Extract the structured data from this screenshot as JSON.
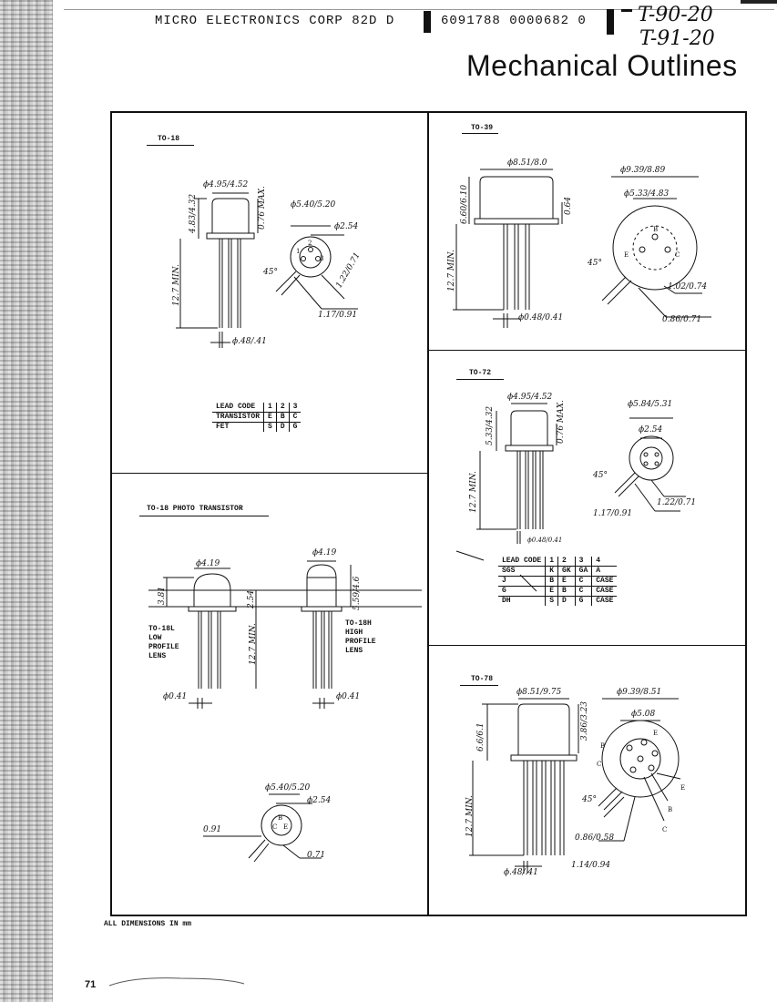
{
  "header": {
    "company_code": "MICRO ELECTRONICS CORP 82D D",
    "catalog_numbers": "6091788 0000682 0",
    "handwritten_1": "T-90-20",
    "handwritten_2": "T-91-20",
    "page_title": "Mechanical Outlines"
  },
  "panels": {
    "to18": {
      "label": "TO-18",
      "dims": {
        "cap_dia": "ϕ4.95/4.52",
        "cap_height": "0.76 MAX.",
        "body_height": "4.83/4.32",
        "lead_length": "12.7 MIN.",
        "flange_dia": "ϕ5.40/5.20",
        "pin_circle": "ϕ2.54",
        "tab": "1.22/0.71",
        "tab_width": "1.17/0.91",
        "angle": "45°",
        "lead_dia": "ϕ.48/.41"
      },
      "pins": [
        "1",
        "2",
        "3"
      ],
      "lead_table": {
        "headers": [
          "LEAD CODE",
          "1",
          "2",
          "3"
        ],
        "rows": [
          [
            "TRANSISTOR",
            "E",
            "B",
            "C"
          ],
          [
            "FET",
            "S",
            "D",
            "G"
          ]
        ]
      }
    },
    "to39": {
      "label": "TO-39",
      "dims": {
        "cap_dia": "ϕ8.51/8.0",
        "flange_dia": "ϕ9.39/8.89",
        "pin_circle": "ϕ5.33/4.83",
        "body_height": "6.60/6.10",
        "flange_thk": "0.64",
        "lead_length": "12.7 MIN.",
        "lead_dia": "ϕ0.48/0.41",
        "tab": "1.02/0.74",
        "tab_width": "0.86/0.71",
        "angle": "45°"
      },
      "pins": [
        "E",
        "B",
        "C"
      ]
    },
    "to72": {
      "label": "TO-72",
      "dims": {
        "cap_dia": "ϕ4.95/4.52",
        "cap_height": "0.76 MAX.",
        "body_height": "5.33/4.32",
        "lead_length": "12.7 MIN.",
        "flange_dia": "ϕ5.84/5.31",
        "pin_circle": "ϕ2.54",
        "lead_dia": "ϕ0.48/0.41",
        "tab": "1.22/0.71",
        "tab_width": "1.17/0.91",
        "angle": "45°"
      },
      "lead_table": {
        "headers": [
          "LEAD CODE",
          "1",
          "2",
          "3",
          "4"
        ],
        "rows": [
          [
            "SGS",
            "K",
            "GK",
            "GA",
            "A"
          ],
          [
            "J",
            "B",
            "E",
            "C",
            "CASE"
          ],
          [
            "G",
            "E",
            "B",
            "C",
            "CASE"
          ],
          [
            "DH",
            "S",
            "D",
            "G",
            "CASE"
          ]
        ]
      }
    },
    "to18_photo": {
      "label": "TO-18 PHOTO TRANSISTOR",
      "low": {
        "text": [
          "TO-18L",
          "LOW",
          "PROFILE",
          "LENS"
        ],
        "dia": "ϕ4.19",
        "height": "3.81",
        "lead_dia": "ϕ0.41"
      },
      "high": {
        "text": [
          "TO-18H",
          "HIGH",
          "PROFILE",
          "LENS"
        ],
        "dia": "ϕ4.19",
        "height": "5.59/4.6",
        "lead_dia": "ϕ0.41"
      },
      "shared_height": "2.54",
      "lead_length": "12.7 MIN.",
      "bottom": {
        "flange_dia": "ϕ5.40/5.20",
        "pin_circle": "ϕ2.54",
        "left": "0.91",
        "right": "0.71",
        "pins": [
          "B",
          "C",
          "E"
        ]
      }
    },
    "to78": {
      "label": "TO-78",
      "dims": {
        "cap_dia": "ϕ8.51/9.75",
        "flange_dia": "ϕ9.39/8.51",
        "pin_circle": "ϕ5.08",
        "body_height": "6.6/6.1",
        "cap_height": "3.86/3.23",
        "lead_length": "12.7 MIN.",
        "lead_dia": "ϕ.48/.41",
        "tab": "0.86/0.58",
        "tab_width": "1.14/0.94",
        "angle": "45°"
      },
      "pins_left": [
        "B",
        "C"
      ],
      "pins_right": [
        "E",
        "E",
        "B",
        "C"
      ]
    }
  },
  "footer": {
    "note": "ALL DIMENSIONS IN mm",
    "page_number": "71"
  }
}
